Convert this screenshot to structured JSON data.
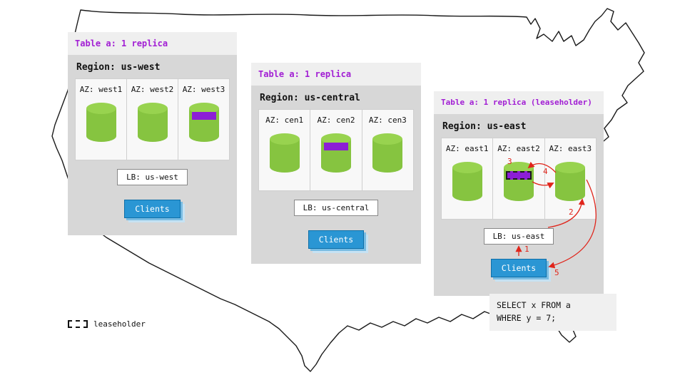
{
  "colors": {
    "accent_purple": "#a21fd4",
    "replica_purple": "#8c1ed6",
    "cylinder_green": "#86c440",
    "clients_blue": "#2a96d4",
    "arrow_red": "#e0251b"
  },
  "legend": {
    "label": "leaseholder"
  },
  "query_box": {
    "line1": "SELECT x FROM a",
    "line2": "WHERE y = 7;"
  },
  "arrows": {
    "labels": [
      "1",
      "2",
      "3",
      "4",
      "5"
    ]
  },
  "regions": [
    {
      "table_label": "Table a: 1 replica",
      "region_label": "Region: us-west",
      "azs": [
        {
          "label": "AZ: west1"
        },
        {
          "label": "AZ: west2"
        },
        {
          "label": "AZ: west3"
        }
      ],
      "lb_label": "LB: us-west",
      "clients_label": "Clients"
    },
    {
      "table_label": "Table a: 1 replica",
      "region_label": "Region: us-central",
      "azs": [
        {
          "label": "AZ: cen1"
        },
        {
          "label": "AZ: cen2"
        },
        {
          "label": "AZ: cen3"
        }
      ],
      "lb_label": "LB: us-central",
      "clients_label": "Clients"
    },
    {
      "table_label": "Table a: 1 replica (leaseholder)",
      "region_label": "Region: us-east",
      "azs": [
        {
          "label": "AZ: east1"
        },
        {
          "label": "AZ: east2"
        },
        {
          "label": "AZ: east3"
        }
      ],
      "lb_label": "LB: us-east",
      "clients_label": "Clients"
    }
  ]
}
